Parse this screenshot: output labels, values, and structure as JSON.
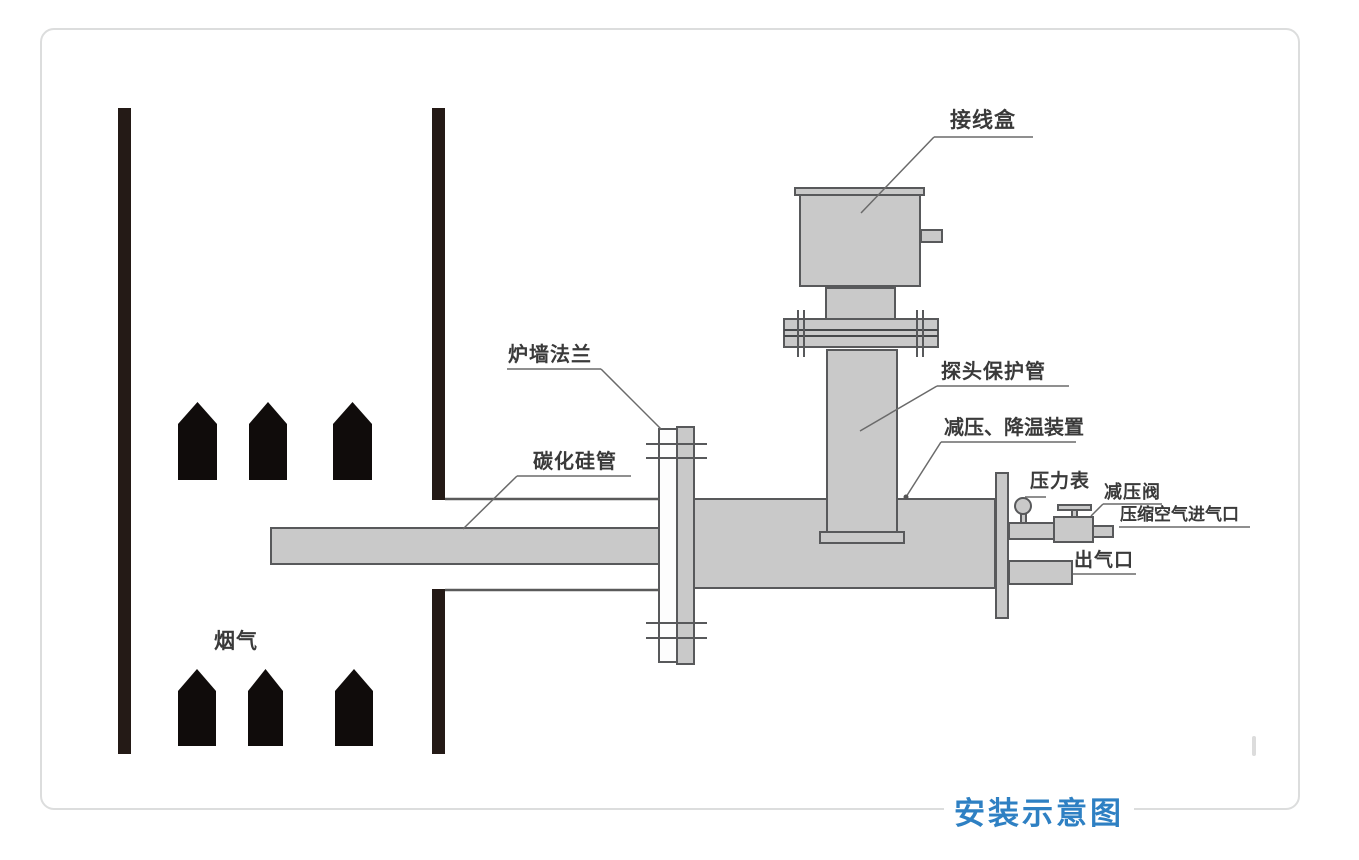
{
  "diagram": {
    "title": "安装示意图",
    "labels": {
      "junction_box": "接线盒",
      "furnace_wall_flange": "炉墙法兰",
      "silicon_carbide_tube": "碳化硅管",
      "probe_protection_tube": "探头保护管",
      "pressure_reducing_cooling_device": "减压、降温装置",
      "pressure_gauge": "压力表",
      "pressure_reducing_valve": "减压阀",
      "compressed_air_inlet": "压缩空气进气口",
      "gas_outlet": "出气口",
      "flue_gas": "烟气"
    },
    "colors": {
      "title_blue": "#2e80c3",
      "device_fill": "#c9c9c9",
      "device_outline": "#58595b",
      "furnace_wall": "#241a16",
      "arrow_black": "#100c0b",
      "frame_border": "#dcdddd",
      "label_text": "#3a3a3a",
      "leader_line": "#6a6a6a"
    }
  }
}
